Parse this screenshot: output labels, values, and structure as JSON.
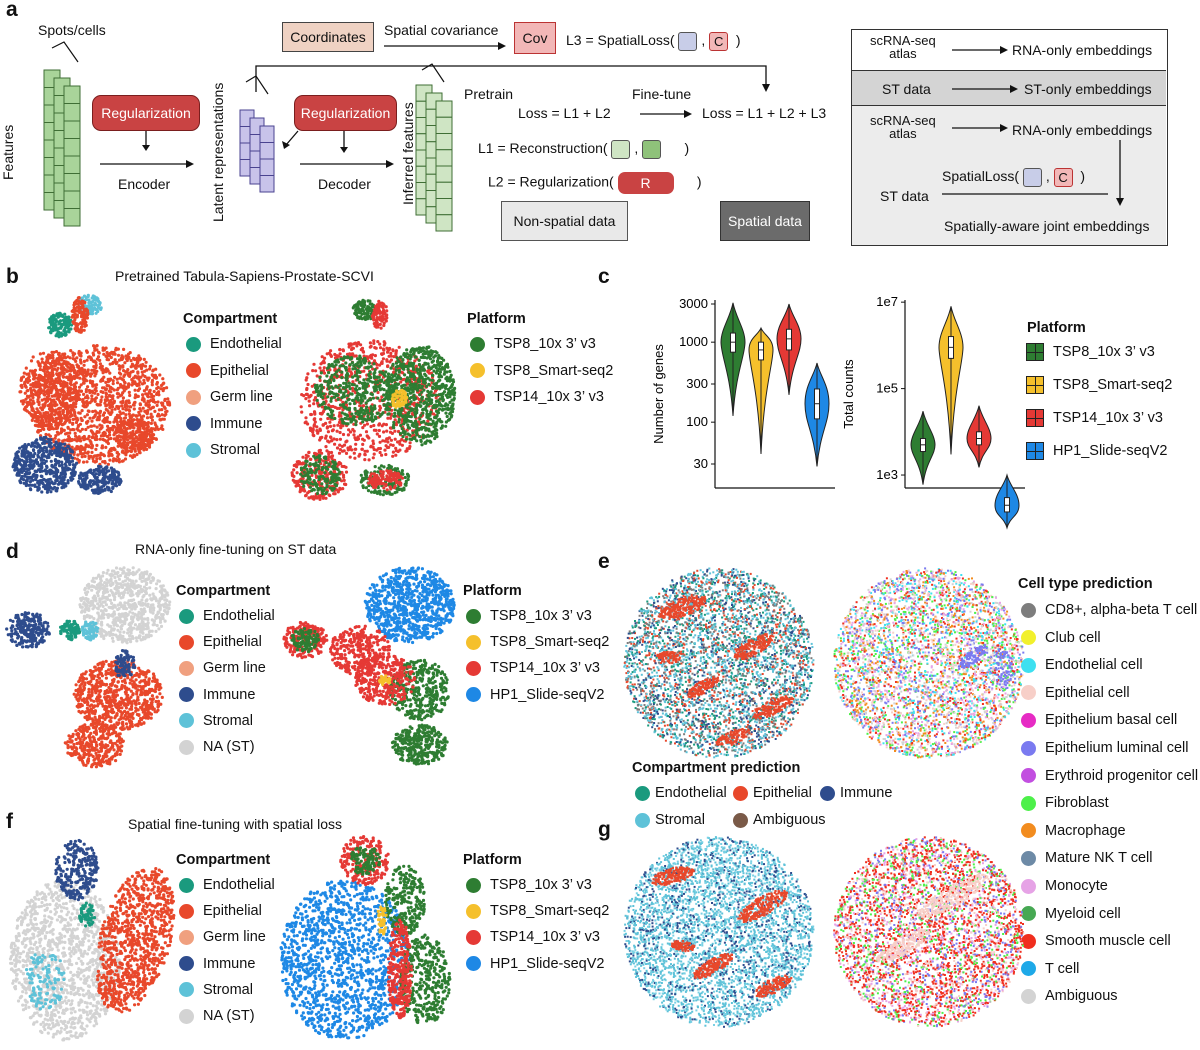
{
  "panel_labels": {
    "a": "a",
    "b": "b",
    "c": "c",
    "d": "d",
    "e": "e",
    "f": "f",
    "g": "g"
  },
  "schematic": {
    "spots_cells": "Spots/cells",
    "features": "Features",
    "regularization_left": "Regularization",
    "encoder": "Encoder",
    "latent": "Latent representations",
    "regularization_right": "Regularization",
    "decoder": "Decoder",
    "inferred": "Inferred features",
    "coordinates": "Coordinates",
    "spatial_covariance": "Spatial covariance",
    "cov": "Cov",
    "l3_prefix": "L3 = SpatialLoss(",
    "c": "C",
    "comma": ",",
    "close_paren": ")",
    "pretrain": "Pretrain",
    "finetune": "Fine-tune",
    "loss_pre": "Loss =  L1 + L2",
    "loss_ft": "Loss =  L1 + L2 + L3",
    "l1_prefix": "L1 = Reconstruction(",
    "l2_prefix": "L2 = Regularization(",
    "r": "R",
    "non_spatial": "Non-spatial data",
    "spatial": "Spatial data"
  },
  "summary_box": {
    "row1_left": "scRNA-seq\natlas",
    "row1_right": "RNA-only embeddings",
    "row2_left": "ST data",
    "row2_right": "ST-only embeddings",
    "row3_left": "scRNA-seq\natlas",
    "row3_right": "RNA-only embeddings",
    "row3_loss": "SpatialLoss(",
    "row3_st": "ST data",
    "row3_out": "Spatially-aware joint embeddings"
  },
  "colors": {
    "endothelial": "#1a9a7e",
    "epithelial": "#e8482b",
    "germ_line": "#f0a07f",
    "immune": "#2e4c8d",
    "stromal": "#5ec2d8",
    "na": "#d3d3d3",
    "tsp8_10x": "#2e7d32",
    "tsp8_smart": "#f5c02c",
    "tsp14_10x": "#e53935",
    "hp1": "#1e88e5",
    "green_feat": "#a9d49a",
    "purple": "#c8c3ea",
    "reg_red": "#c94343",
    "coord_bg": "#efd2c3",
    "cov_bg": "#f2b7b7"
  },
  "panel_b": {
    "title": "Pretrained Tabula-Sapiens-Prostate-SCVI",
    "compartment_heading": "Compartment",
    "compartments": [
      "Endothelial",
      "Epithelial",
      "Germ line",
      "Immune",
      "Stromal"
    ],
    "platform_heading": "Platform",
    "platforms": [
      "TSP8_10x 3’ v3",
      "TSP8_Smart-seq2",
      "TSP14_10x 3’ v3"
    ]
  },
  "panel_c": {
    "platform_heading": "Platform",
    "platforms": [
      "TSP8_10x 3’ v3",
      "TSP8_Smart-seq2",
      "TSP14_10x 3’ v3",
      "HP1_Slide-seqV2"
    ]
  },
  "chart_data": [
    {
      "type": "violin",
      "ylabel": "Number of genes",
      "yscale": "log",
      "yticks": [
        30,
        100,
        300,
        1000,
        3000
      ],
      "ytick_labels": [
        "30",
        "100",
        "300",
        "1000",
        "3000"
      ],
      "series": [
        {
          "name": "TSP8_10x 3’ v3",
          "median": 1000,
          "q1": 750,
          "q3": 1300,
          "min": 120,
          "max": 3100
        },
        {
          "name": "TSP8_Smart-seq2",
          "median": 800,
          "q1": 600,
          "q3": 1000,
          "min": 40,
          "max": 1500
        },
        {
          "name": "TSP14_10x 3’ v3",
          "median": 1100,
          "q1": 800,
          "q3": 1450,
          "min": 220,
          "max": 3000
        },
        {
          "name": "HP1_Slide-seqV2",
          "median": 170,
          "q1": 110,
          "q3": 260,
          "min": 28,
          "max": 550
        }
      ]
    },
    {
      "type": "violin",
      "ylabel": "Total counts",
      "yscale": "log",
      "yticks": [
        1000,
        100000,
        10000000
      ],
      "ytick_labels": [
        "1e3",
        "1e5",
        "1e7"
      ],
      "series": [
        {
          "name": "TSP8_10x 3’ v3",
          "median": 5000,
          "q1": 3500,
          "q3": 7000,
          "min": 600,
          "max": 30000
        },
        {
          "name": "TSP8_Smart-seq2",
          "median": 900000,
          "q1": 500000,
          "q3": 1600000,
          "min": 3000,
          "max": 8000000
        },
        {
          "name": "TSP14_10x 3’ v3",
          "median": 7000,
          "q1": 5000,
          "q3": 10000,
          "min": 1500,
          "max": 40000
        },
        {
          "name": "HP1_Slide-seqV2",
          "median": 200,
          "q1": 140,
          "q3": 300,
          "min": 60,
          "max": 1000
        }
      ]
    }
  ],
  "panel_d": {
    "title": "RNA-only fine-tuning on ST data",
    "compartment_heading": "Compartment",
    "compartments": [
      "Endothelial",
      "Epithelial",
      "Germ line",
      "Immune",
      "Stromal",
      "NA (ST)"
    ],
    "platform_heading": "Platform",
    "platforms": [
      "TSP8_10x 3’ v3",
      "TSP8_Smart-seq2",
      "TSP14_10x 3’ v3",
      "HP1_Slide-seqV2"
    ]
  },
  "panel_e": {
    "compartment_heading": "Compartment prediction",
    "compartments": [
      "Endothelial",
      "Epithelial",
      "Immune",
      "Stromal",
      "Ambiguous"
    ],
    "celltype_heading": "Cell type prediction",
    "celltypes": [
      "CD8+, alpha-beta T cell",
      "Club cell",
      "Endothelial cell",
      "Epithelial cell",
      "Epithelium basal cell",
      "Epithelium luminal cell",
      "Erythroid progenitor cell",
      "Fibroblast",
      "Macrophage",
      "Mature NK T cell",
      "Monocyte",
      "Myeloid cell",
      "Smooth muscle cell",
      "T cell",
      "Ambiguous"
    ],
    "celltype_colors": [
      "#7d7d7d",
      "#f2f02c",
      "#3ee0f0",
      "#f7cfc8",
      "#e62bc4",
      "#7a7af0",
      "#c24fe0",
      "#4df04a",
      "#f28c1f",
      "#6d8aa6",
      "#e6a3e6",
      "#46a853",
      "#f02e1e",
      "#1ea9e8",
      "#d3d3d3"
    ]
  },
  "panel_f": {
    "title": "Spatial fine-tuning with spatial loss",
    "compartment_heading": "Compartment",
    "compartments": [
      "Endothelial",
      "Epithelial",
      "Germ line",
      "Immune",
      "Stromal",
      "NA (ST)"
    ],
    "platform_heading": "Platform",
    "platforms": [
      "TSP8_10x 3’ v3",
      "TSP8_Smart-seq2",
      "TSP14_10x 3’ v3",
      "HP1_Slide-seqV2"
    ]
  }
}
